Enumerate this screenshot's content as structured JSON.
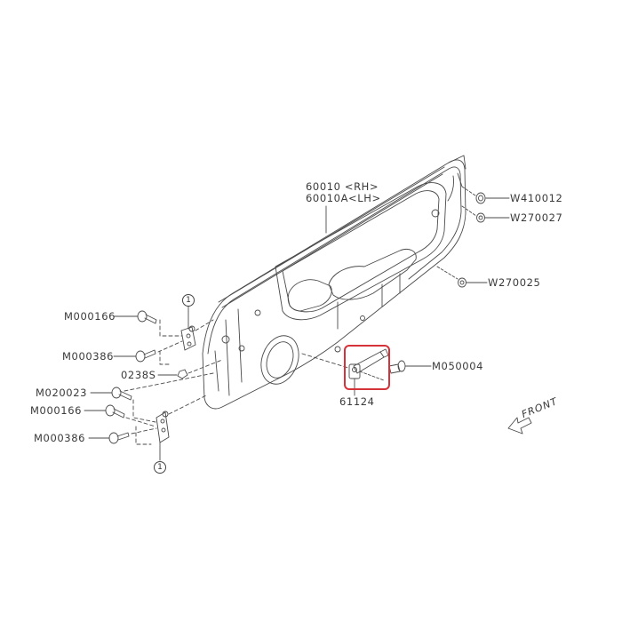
{
  "diagram": {
    "title_part": {
      "line1": "60010  <RH>",
      "line2": "60010A<LH>"
    },
    "parts": [
      {
        "id": "W410012",
        "label": "W410012"
      },
      {
        "id": "W270027",
        "label": "W270027"
      },
      {
        "id": "W270025",
        "label": "W270025"
      },
      {
        "id": "M050004",
        "label": "M050004"
      },
      {
        "id": "61124",
        "label": "61124"
      },
      {
        "id": "M000166_upper",
        "label": "M000166"
      },
      {
        "id": "M000386_upper",
        "label": "M000386"
      },
      {
        "id": "0238S",
        "label": "0238S"
      },
      {
        "id": "M020023",
        "label": "M020023"
      },
      {
        "id": "M000166_lower",
        "label": "M000166"
      },
      {
        "id": "M000386_lower",
        "label": "M000386"
      }
    ],
    "callouts": [
      {
        "id": "hinge-upper",
        "label": "1"
      },
      {
        "id": "hinge-lower",
        "label": "1"
      }
    ],
    "direction": {
      "label": "FRONT"
    },
    "highlighted_part": "61124",
    "colors": {
      "line": "#4a4a4a",
      "highlight": "#d6323a",
      "background": "#ffffff"
    }
  }
}
